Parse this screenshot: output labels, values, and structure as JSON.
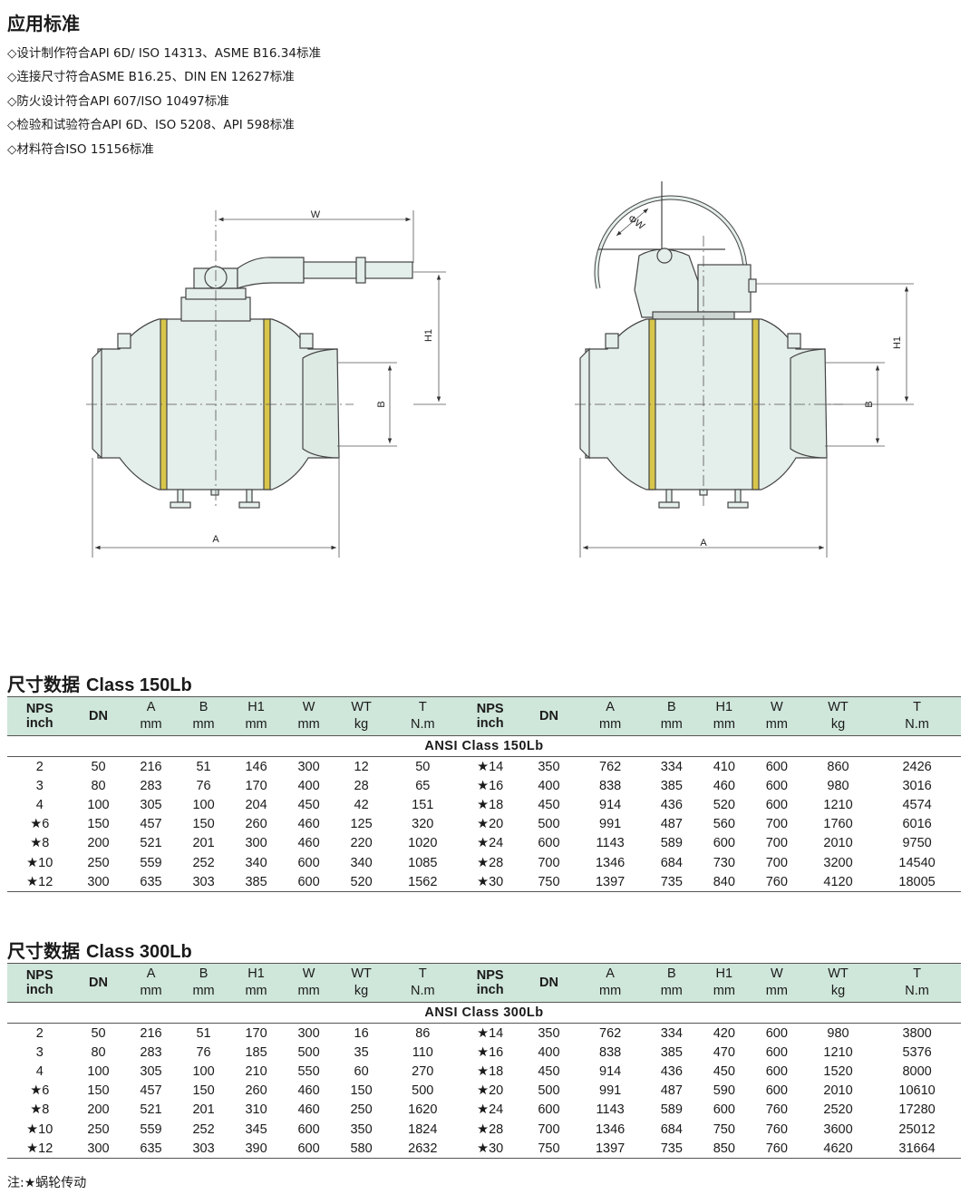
{
  "title": "应用标准",
  "standards": [
    "◇设计制作符合API 6D/ ISO 14313、ASME B16.34标准",
    "◇连接尺寸符合ASME B16.25、DIN EN 12627标准",
    "◇防火设计符合API 607/ISO 10497标准",
    "◇检验和试验符合API 6D、ISO 5208、API 598标准",
    "◇材料符合ISO 15156标准"
  ],
  "drawing_labels": {
    "left": {
      "w": "W",
      "h1": "H1",
      "b": "B",
      "a": "A"
    },
    "right": {
      "phiw": "ΦW",
      "h1": "H1",
      "b": "B",
      "a": "A"
    }
  },
  "colors": {
    "header_bg": "#cfe6da",
    "valve_body": "#e4eeea",
    "band": "#d8c64a"
  },
  "header": {
    "nps": "NPS",
    "inch": "inch",
    "dn": "DN",
    "cols": [
      {
        "name": "A",
        "unit": "mm"
      },
      {
        "name": "B",
        "unit": "mm"
      },
      {
        "name": "H1",
        "unit": "mm"
      },
      {
        "name": "W",
        "unit": "mm"
      },
      {
        "name": "WT",
        "unit": "kg"
      },
      {
        "name": "T",
        "unit": "N.m"
      }
    ]
  },
  "tables": [
    {
      "title_cn": "尺寸数据",
      "title_en": "Class 150Lb",
      "subtitle": "ANSI Class 150Lb",
      "rows": [
        [
          "2",
          "50",
          "216",
          "51",
          "146",
          "300",
          "12",
          "50",
          "★14",
          "350",
          "762",
          "334",
          "410",
          "600",
          "860",
          "2426"
        ],
        [
          "3",
          "80",
          "283",
          "76",
          "170",
          "400",
          "28",
          "65",
          "★16",
          "400",
          "838",
          "385",
          "460",
          "600",
          "980",
          "3016"
        ],
        [
          "4",
          "100",
          "305",
          "100",
          "204",
          "450",
          "42",
          "151",
          "★18",
          "450",
          "914",
          "436",
          "520",
          "600",
          "1210",
          "4574"
        ],
        [
          "★6",
          "150",
          "457",
          "150",
          "260",
          "460",
          "125",
          "320",
          "★20",
          "500",
          "991",
          "487",
          "560",
          "700",
          "1760",
          "6016"
        ],
        [
          "★8",
          "200",
          "521",
          "201",
          "300",
          "460",
          "220",
          "1020",
          "★24",
          "600",
          "1143",
          "589",
          "600",
          "700",
          "2010",
          "9750"
        ],
        [
          "★10",
          "250",
          "559",
          "252",
          "340",
          "600",
          "340",
          "1085",
          "★28",
          "700",
          "1346",
          "684",
          "730",
          "700",
          "3200",
          "14540"
        ],
        [
          "★12",
          "300",
          "635",
          "303",
          "385",
          "600",
          "520",
          "1562",
          "★30",
          "750",
          "1397",
          "735",
          "840",
          "760",
          "4120",
          "18005"
        ]
      ]
    },
    {
      "title_cn": "尺寸数据",
      "title_en": "Class 300Lb",
      "subtitle": "ANSI Class 300Lb",
      "rows": [
        [
          "2",
          "50",
          "216",
          "51",
          "170",
          "300",
          "16",
          "86",
          "★14",
          "350",
          "762",
          "334",
          "420",
          "600",
          "980",
          "3800"
        ],
        [
          "3",
          "80",
          "283",
          "76",
          "185",
          "500",
          "35",
          "110",
          "★16",
          "400",
          "838",
          "385",
          "470",
          "600",
          "1210",
          "5376"
        ],
        [
          "4",
          "100",
          "305",
          "100",
          "210",
          "550",
          "60",
          "270",
          "★18",
          "450",
          "914",
          "436",
          "450",
          "600",
          "1520",
          "8000"
        ],
        [
          "★6",
          "150",
          "457",
          "150",
          "260",
          "460",
          "150",
          "500",
          "★20",
          "500",
          "991",
          "487",
          "590",
          "600",
          "2010",
          "10610"
        ],
        [
          "★8",
          "200",
          "521",
          "201",
          "310",
          "460",
          "250",
          "1620",
          "★24",
          "600",
          "1143",
          "589",
          "600",
          "760",
          "2520",
          "17280"
        ],
        [
          "★10",
          "250",
          "559",
          "252",
          "345",
          "600",
          "350",
          "1824",
          "★28",
          "700",
          "1346",
          "684",
          "750",
          "760",
          "3600",
          "25012"
        ],
        [
          "★12",
          "300",
          "635",
          "303",
          "390",
          "600",
          "580",
          "2632",
          "★30",
          "750",
          "1397",
          "735",
          "850",
          "760",
          "4620",
          "31664"
        ]
      ]
    }
  ],
  "note": "注:★蜗轮传动"
}
